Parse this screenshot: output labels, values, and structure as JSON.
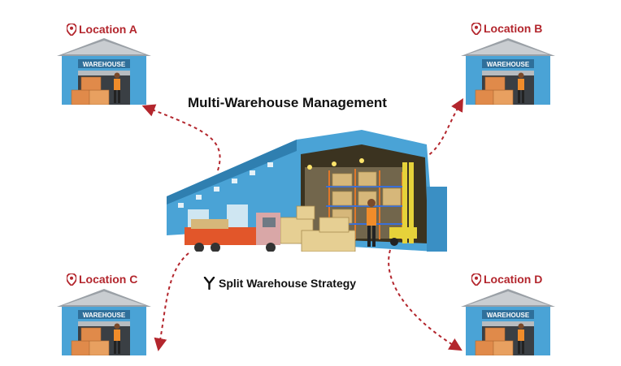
{
  "title": "Multi-Warehouse Management",
  "strategy_label": "Split Warehouse Strategy",
  "warehouse_sign": "WAREHOUSE",
  "locations": [
    {
      "label": "Location A"
    },
    {
      "label": "Location B"
    },
    {
      "label": "Location C"
    },
    {
      "label": "Location D"
    }
  ],
  "icons": {
    "location": "map-pin-icon",
    "strategy": "split-arrows-icon"
  },
  "colors": {
    "accent": "#b3262d",
    "building": "#4aa3d6",
    "roof": "#9aa0a6",
    "crate": "#e08a4a",
    "truck": "#e2562a"
  }
}
